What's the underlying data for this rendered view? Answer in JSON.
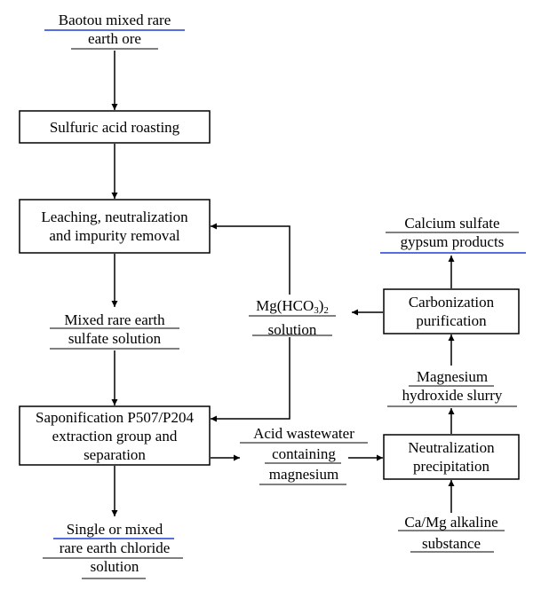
{
  "nodes": {
    "ore": {
      "lines": [
        "Baotou mixed rare",
        "earth ore"
      ]
    },
    "roasting": {
      "lines": [
        "Sulfuric acid roasting"
      ]
    },
    "leaching": {
      "lines": [
        "Leaching, neutralization",
        "and impurity removal"
      ]
    },
    "sulfate": {
      "lines": [
        "Mixed rare earth",
        "sulfate solution"
      ]
    },
    "saponification": {
      "lines": [
        "Saponification P507/P204",
        "extraction group and",
        "separation"
      ]
    },
    "chloride": {
      "lines": [
        "Single or mixed",
        "rare earth chloride",
        "solution"
      ]
    },
    "mg_bicarb": {
      "formula_prefix": "Mg(HCO",
      "sub1": "3",
      "formula_close": ")",
      "sub2": "2",
      "line2": "solution"
    },
    "wastewater": {
      "lines": [
        "Acid wastewater",
        "containing",
        "magnesium"
      ]
    },
    "gypsum": {
      "lines": [
        "Calcium sulfate",
        "gypsum products"
      ]
    },
    "carbonization": {
      "lines": [
        "Carbonization",
        "purification"
      ]
    },
    "mg_hydroxide": {
      "lines": [
        "Magnesium",
        "hydroxide slurry"
      ]
    },
    "neutralization": {
      "lines": [
        "Neutralization",
        "precipitation"
      ]
    },
    "alkaline": {
      "lines": [
        "Ca/Mg alkaline",
        "substance"
      ]
    }
  },
  "colors": {
    "ink": "#000000",
    "underline_blue": "#1f3fd6"
  }
}
